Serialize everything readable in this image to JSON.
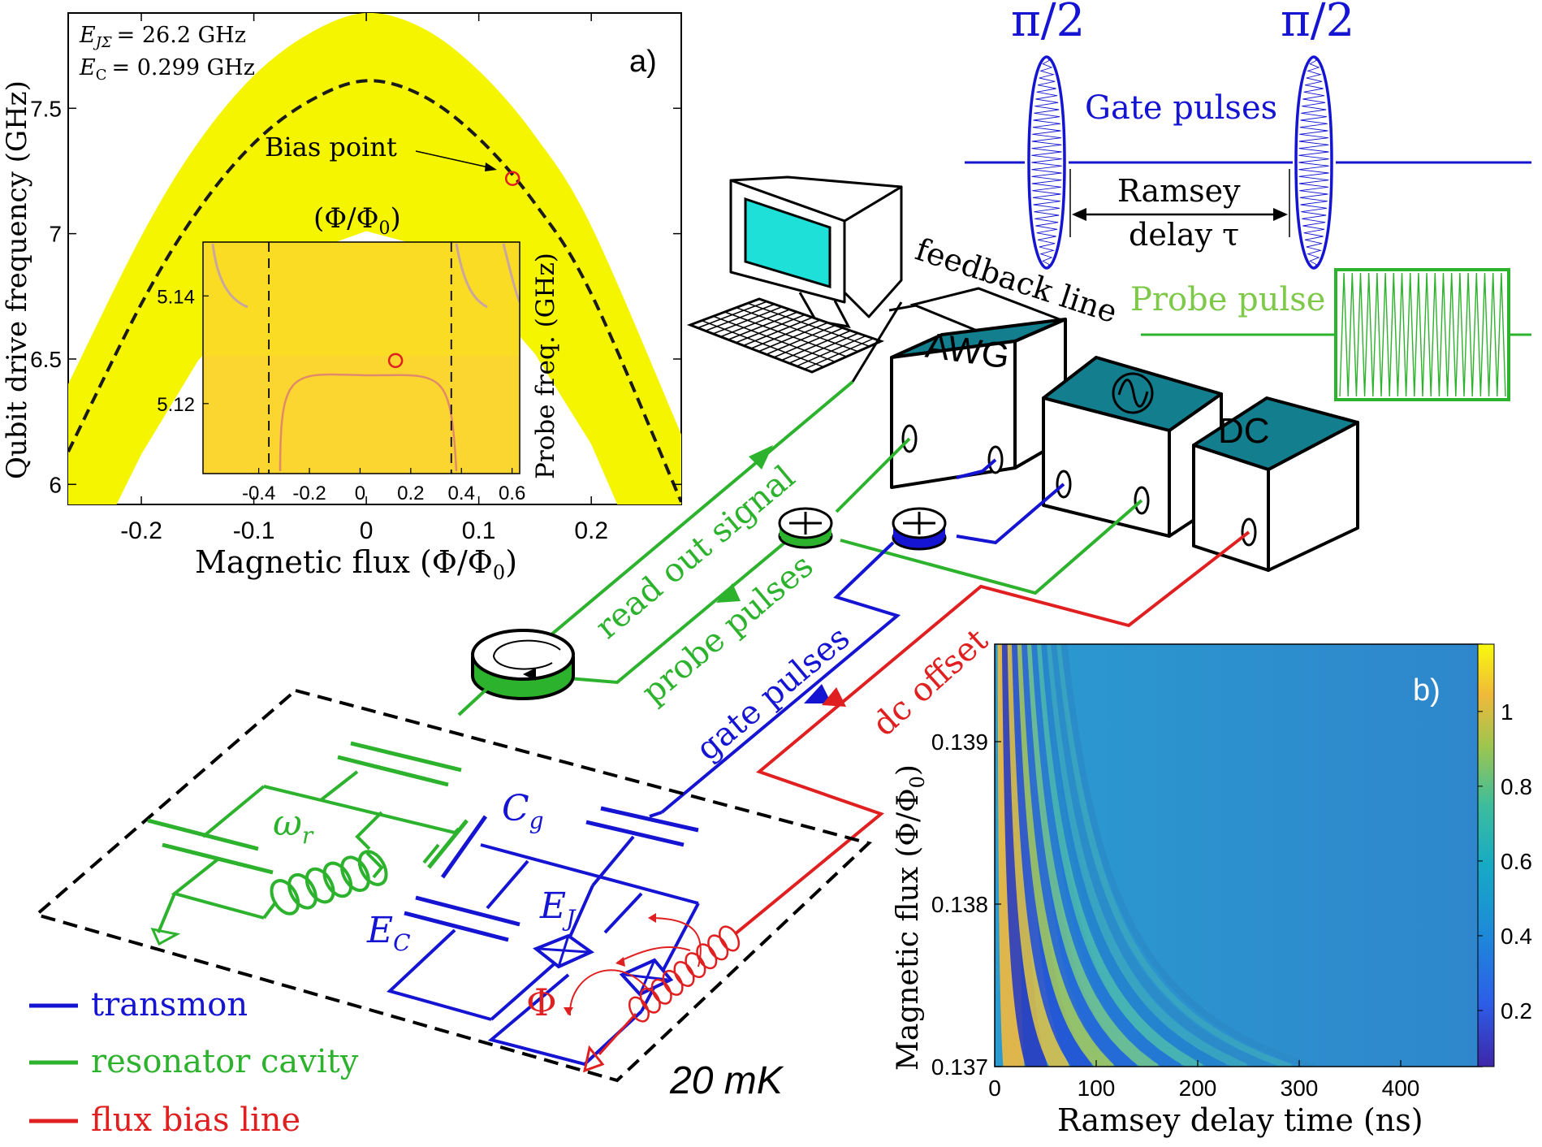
{
  "colors": {
    "transmon": "#1414d2",
    "resonator": "#2db22d",
    "flux": "#e02020",
    "yellow_band": "#f5f500",
    "screen": "#1ee0d8",
    "box_top": "#137f8e",
    "ramsey_mid": "#3aa5b7"
  },
  "panel_a": {
    "label": "a)",
    "param_1": "E_JΣ = 26.2 GHz",
    "param_1_sym": "E",
    "param_1_sub": "JΣ",
    "param_1_val": "= 26.2 GHz",
    "param_2_sym": "E",
    "param_2_sub": "C",
    "param_2_val": "= 0.299 GHz",
    "annotation": "Bias point",
    "chart_data": {
      "type": "line",
      "xlabel": "Magnetic flux (Φ/Φ",
      "xlabel_sub": "0",
      "xlabel_end": ")",
      "ylabel": "Qubit drive frequency (GHz)",
      "xlim": [
        -0.265,
        0.28
      ],
      "ylim": [
        5.92,
        7.88
      ],
      "x_ticks": [
        -0.2,
        -0.1,
        0,
        0.1,
        0.2
      ],
      "x_tick_labels": [
        "-0.2",
        "-0.1",
        "0",
        "0.1",
        "0.2"
      ],
      "y_ticks": [
        6,
        6.5,
        7,
        7.5
      ],
      "y_tick_labels": [
        "6",
        "6.5",
        "7",
        "7.5"
      ],
      "series": [
        {
          "style": "dashed",
          "x": [
            -0.265,
            -0.2,
            -0.15,
            -0.1,
            -0.05,
            0,
            0.05,
            0.1,
            0.15,
            0.2,
            0.28
          ],
          "y": [
            6.13,
            6.72,
            7.09,
            7.36,
            7.53,
            7.61,
            7.55,
            7.38,
            7.12,
            6.76,
            5.93
          ]
        }
      ],
      "bias_point": {
        "x": 0.13,
        "y": 7.22
      }
    }
  },
  "inset": {
    "title": "(Φ/Φ",
    "title_sub": "0",
    "title_end": ")",
    "ylabel": "Probe freq. (GHz)",
    "chart_data": {
      "type": "heatmap",
      "xlim": [
        -0.62,
        0.63
      ],
      "ylim": [
        5.107,
        5.15
      ],
      "x_ticks": [
        -0.4,
        -0.2,
        0,
        0.2,
        0.4,
        0.6
      ],
      "x_tick_labels": [
        "-0.4",
        "-0.2",
        "0",
        "0.2",
        "0.4",
        "0.6"
      ],
      "y_ticks": [
        5.12,
        5.14
      ],
      "y_tick_labels": [
        "5.12",
        "5.14"
      ],
      "dashed_lines_x": [
        -0.36,
        0.36
      ],
      "marker": {
        "x": 0.14,
        "y": 5.128
      }
    }
  },
  "panel_b": {
    "label": "b)",
    "chart_data": {
      "type": "heatmap",
      "xlabel": "Ramsey delay time (ns)",
      "ylabel": "Magnetic flux (Φ/Φ",
      "ylabel_sub": "0",
      "ylabel_end": ")",
      "xlim": [
        0,
        480
      ],
      "ylim": [
        0.137,
        0.1396
      ],
      "x_ticks": [
        0,
        100,
        200,
        300,
        400
      ],
      "x_tick_labels": [
        "0",
        "100",
        "200",
        "300",
        "400"
      ],
      "y_ticks": [
        0.137,
        0.138,
        0.139
      ],
      "y_tick_labels": [
        "0.137",
        "0.138",
        "0.139"
      ],
      "colorbar_ticks": [
        0.2,
        0.4,
        0.6,
        0.8,
        1
      ],
      "colorbar_labels": [
        "0.2",
        "0.4",
        "0.6",
        "0.8",
        "1"
      ],
      "colorbar_range": [
        0.05,
        1.18
      ]
    }
  },
  "pulses": {
    "pi_half_1": "π/2",
    "pi_half_2": "π/2",
    "gate_label": "Gate pulses",
    "ramsey_line1": "Ramsey",
    "ramsey_line2": "delay τ",
    "probe_label": "Probe pulse"
  },
  "setup": {
    "feedback": "feedback line",
    "awg": "AWG",
    "dc": "DC",
    "readout": "read out signal",
    "probe_pulses": "probe pulses",
    "gate_pulses": "gate pulses",
    "dc_offset": "dc offset",
    "temperature": "20 mK"
  },
  "circuit": {
    "omega_sym": "ω",
    "omega_sub": "r",
    "cg_sym": "C",
    "cg_sub": "g",
    "ej_sym": "E",
    "ej_sub": "J",
    "ec_sym": "E",
    "ec_sub": "C",
    "phi": "Φ"
  },
  "legend": [
    {
      "label": "transmon",
      "color": "#1414d2"
    },
    {
      "label": "resonator cavity",
      "color": "#2db22d"
    },
    {
      "label": "flux bias line",
      "color": "#e02020"
    }
  ]
}
